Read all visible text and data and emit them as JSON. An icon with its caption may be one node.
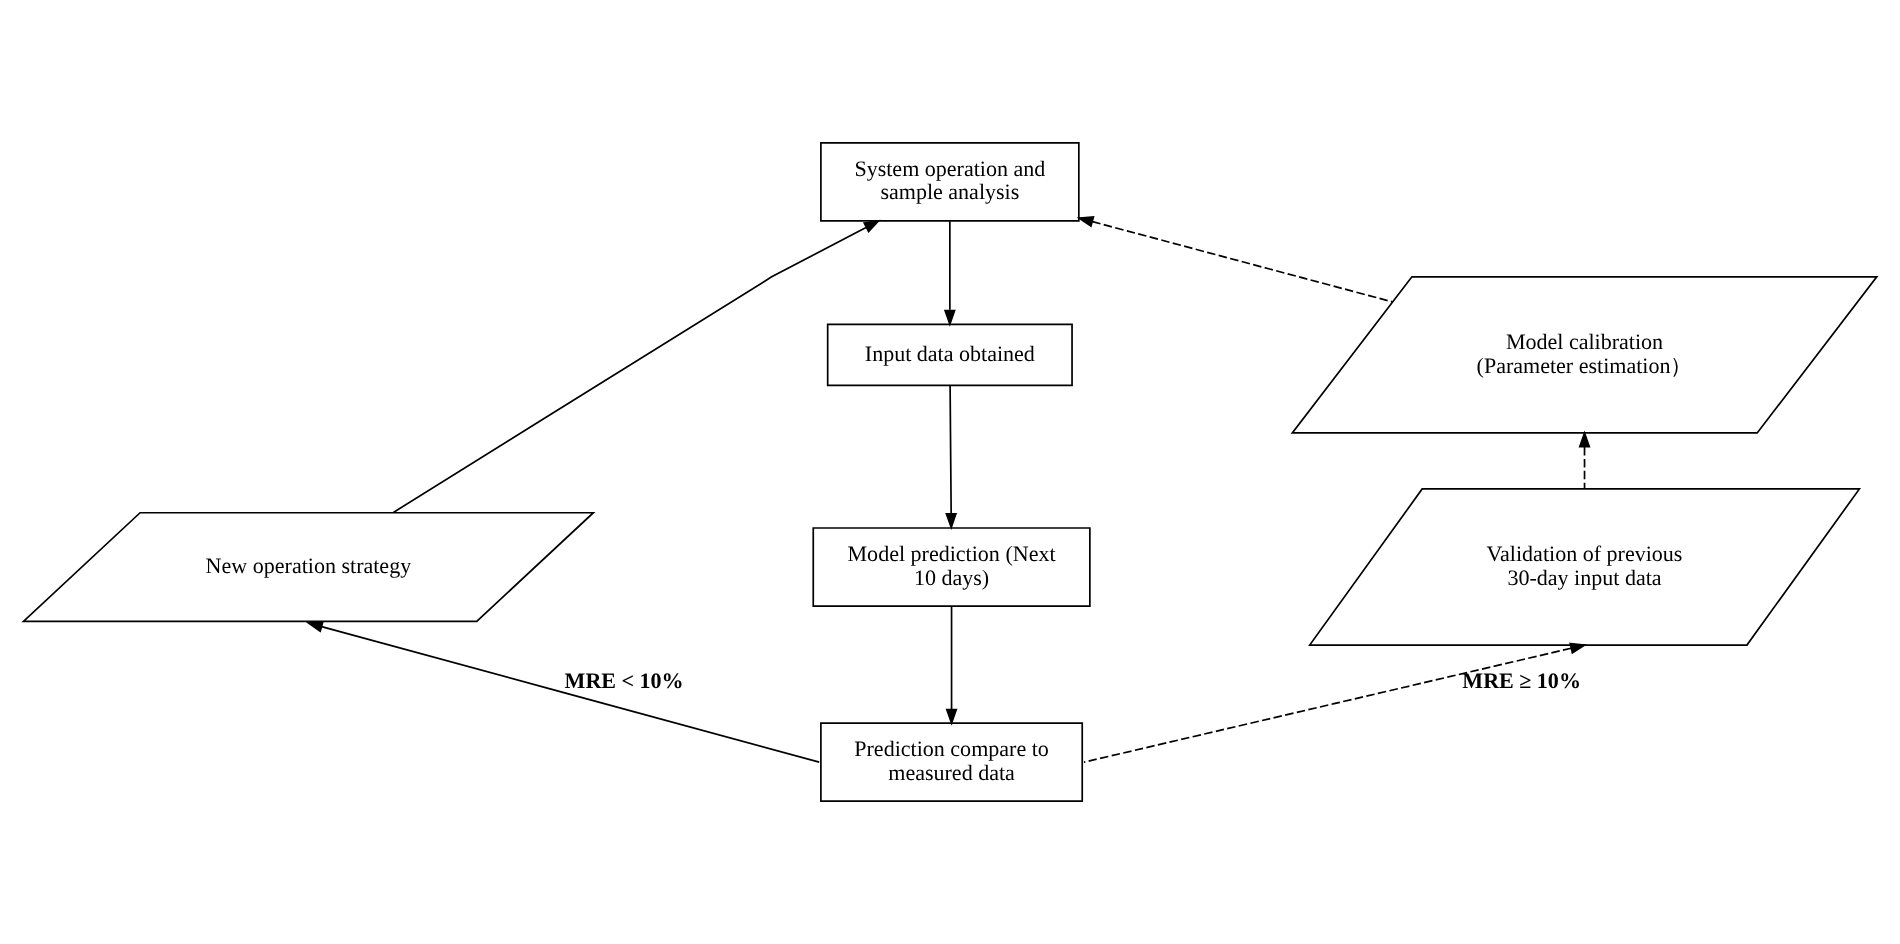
{
  "diagram": {
    "nodes": [
      {
        "text": [
          "System operation and sample analysis"
        ]
      },
      {
        "text": [
          "Input data obtained"
        ]
      },
      {
        "text": [
          "Model prediction (Next 10 days)"
        ]
      },
      {
        "text": [
          "Prediction compare to measured data"
        ]
      },
      {
        "text": [
          "New operation strategy"
        ]
      },
      {
        "text": [
          "Validation of previous 30-day input data"
        ]
      },
      {
        "text": [
          "Model calibration (Parameter estimation）"
        ]
      }
    ],
    "edges": [
      {
        "from": 0,
        "to": 1,
        "arrow": "to"
      },
      {
        "from": 1,
        "to": 2,
        "arrow": "to"
      },
      {
        "from": 2,
        "to": 3,
        "arrow": "to"
      },
      {
        "from": 3,
        "to": 4,
        "arrow": "to",
        "label": "MRE < 10%"
      },
      {
        "from": 4,
        "to": 0,
        "arrow": "to"
      },
      {
        "from": 3,
        "to": 5,
        "arrow": "to",
        "label": "MRE ≥ 10%",
        "style": "dashed"
      },
      {
        "from": 5,
        "to": 6,
        "arrow": "to",
        "style": "dashed"
      },
      {
        "from": 6,
        "to": 0,
        "arrow": "to",
        "style": "dashed"
      }
    ]
  }
}
